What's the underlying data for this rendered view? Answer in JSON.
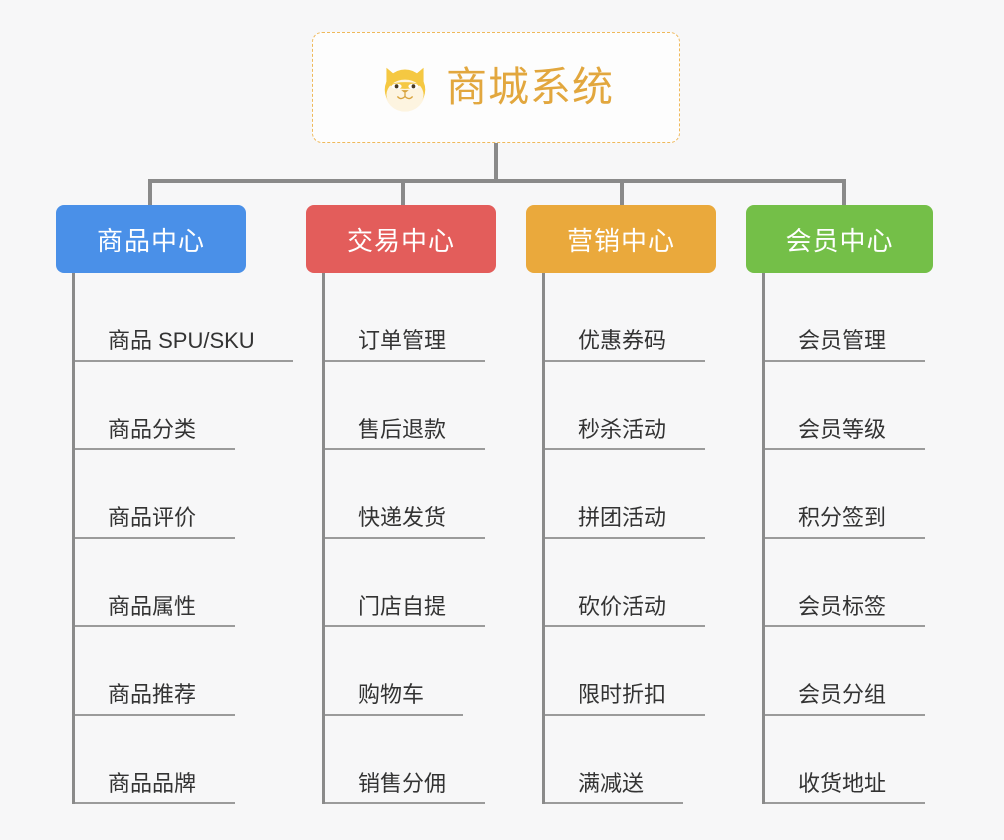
{
  "theme": {
    "background": "#f7f7f8",
    "line_color": "#8a8a8a",
    "leaf_rule_color": "#9b9b9b",
    "leaf_text_color": "#333333"
  },
  "root": {
    "title": "商城系统",
    "icon": "shiba-dog-face-icon",
    "title_color": "#e2a73e",
    "border_color": "#efb95b",
    "background": "#fdfdfd"
  },
  "columns": [
    {
      "id": "product-center",
      "label": "商品中心",
      "color": "#4a90e8",
      "items": [
        "商品 SPU/SKU",
        "商品分类",
        "商品评价",
        "商品属性",
        "商品推荐",
        "商品品牌"
      ]
    },
    {
      "id": "trade-center",
      "label": "交易中心",
      "color": "#e35d5b",
      "items": [
        "订单管理",
        "售后退款",
        "快递发货",
        "门店自提",
        "购物车",
        "销售分佣"
      ]
    },
    {
      "id": "marketing-center",
      "label": "营销中心",
      "color": "#eaa93c",
      "items": [
        "优惠券码",
        "秒杀活动",
        "拼团活动",
        "砍价活动",
        "限时折扣",
        "满减送"
      ]
    },
    {
      "id": "member-center",
      "label": "会员中心",
      "color": "#74bf48",
      "items": [
        "会员管理",
        "会员等级",
        "积分签到",
        "会员标签",
        "会员分组",
        "收货地址"
      ]
    }
  ]
}
